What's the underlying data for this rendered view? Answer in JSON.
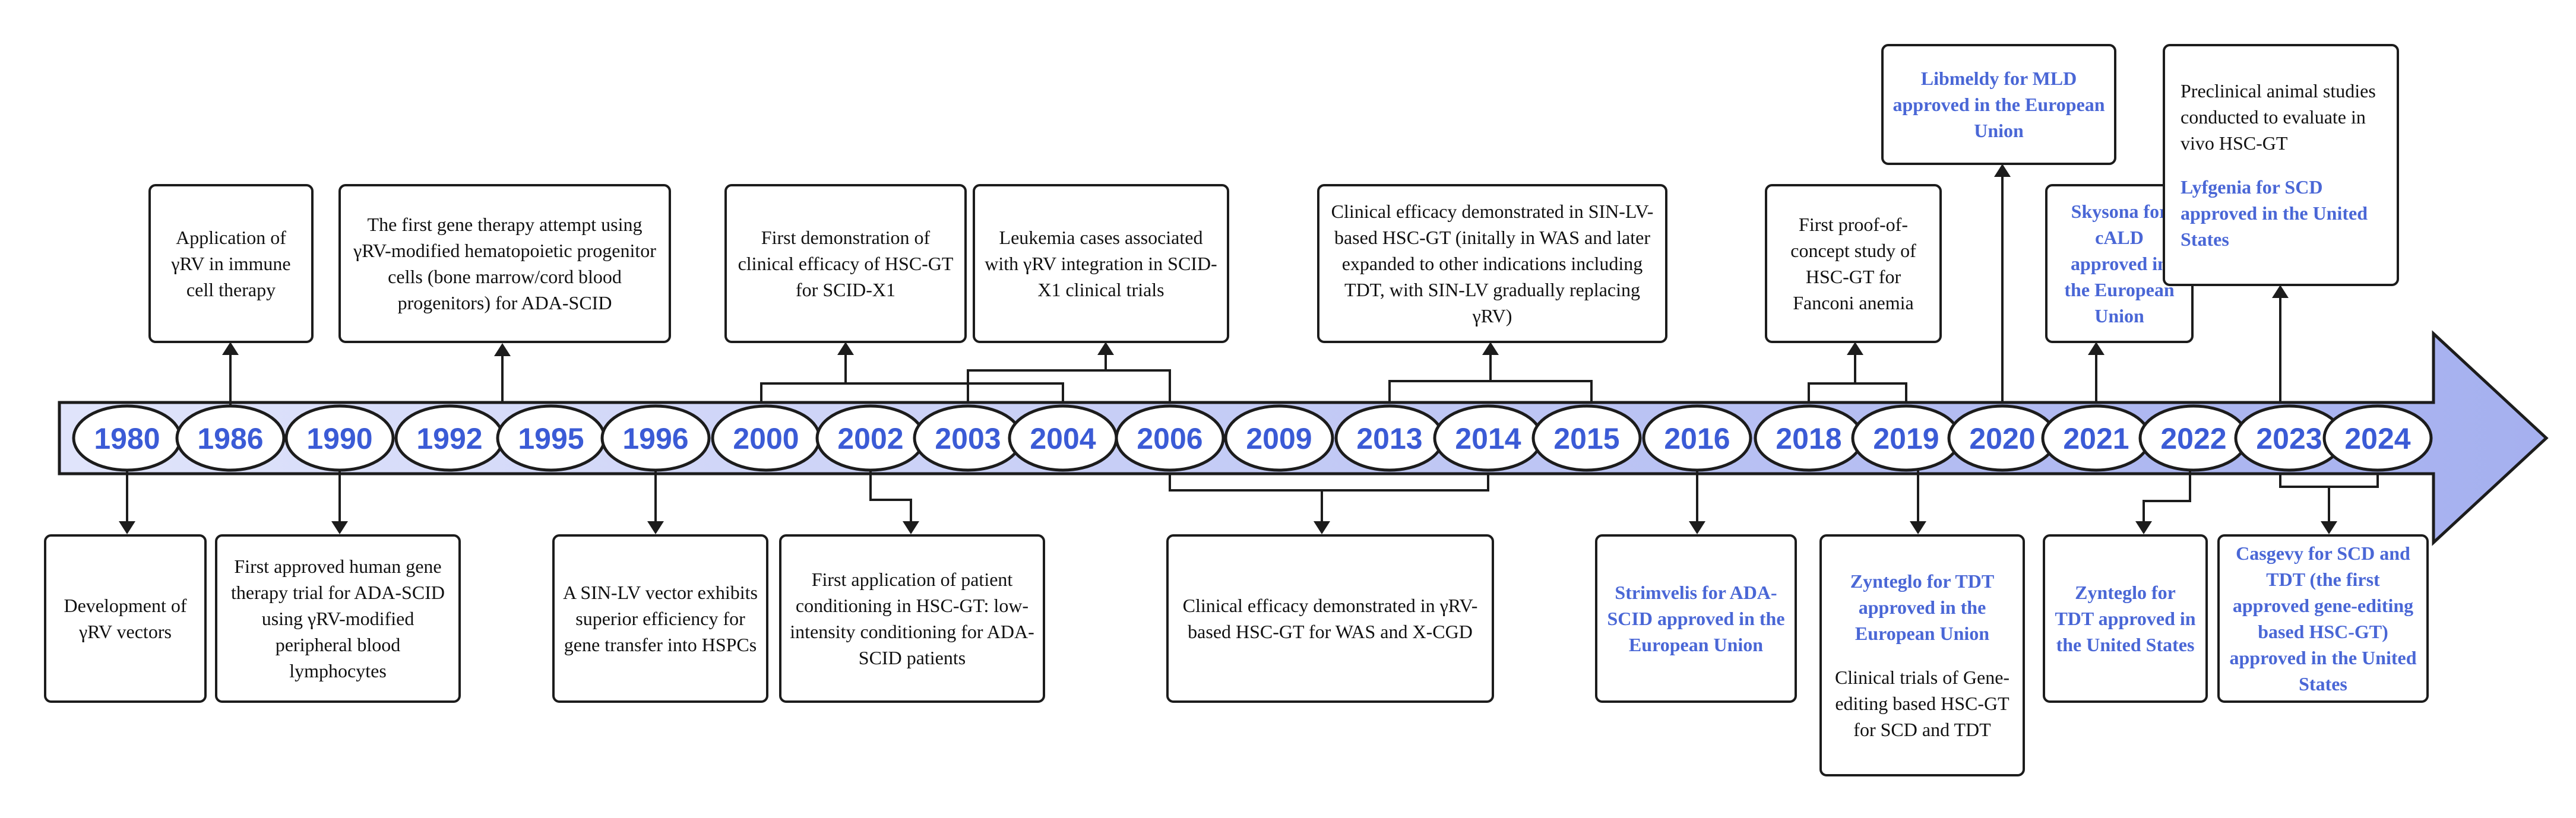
{
  "colors": {
    "arrow_fill_left": "#e0e4fb",
    "arrow_fill_right": "#a5b0ef",
    "year_text": "#3b5bd6",
    "highlight_text": "#4a67d6",
    "line": "#1c1c1c"
  },
  "years": [
    "1980",
    "1986",
    "1990",
    "1992",
    "1995",
    "1996",
    "2000",
    "2002",
    "2003",
    "2004",
    "2006",
    "2009",
    "2013",
    "2014",
    "2015",
    "2016",
    "2018",
    "2019",
    "2020",
    "2021",
    "2022",
    "2023",
    "2024"
  ],
  "events": {
    "e1980": "Development of γRV vectors",
    "e1986": "Application of γRV in immune cell therapy",
    "e1990": "First approved human gene therapy trial for ADA-SCID using γRV-modified peripheral blood lymphocytes",
    "e1992": "The first gene therapy attempt using γRV-modified hematopoietic progenitor cells (bone marrow/cord blood progenitors) for ADA-SCID",
    "e1996": "A SIN-LV vector exhibits superior efficiency for gene transfer into HSPCs",
    "e2000": "First demonstration of clinical efficacy of HSC-GT for SCID-X1",
    "e2002": "First application of patient conditioning in HSC-GT: low-intensity conditioning for ADA-SCID patients",
    "e2003": "Leukemia cases associated with γRV integration in SCID-X1 clinical trials",
    "e2006": "Clinical efficacy demonstrated in γRV-based HSC-GT for WAS and X-CGD",
    "e2013": "Clinical efficacy demonstrated in SIN-LV-based HSC-GT (initally in WAS and later expanded to other indications including TDT, with SIN-LV gradually replacing γRV)",
    "e2016": "Strimvelis for ADA-SCID approved in the European Union",
    "e2018": "First proof-of-concept study of HSC-GT for Fanconi anemia",
    "e2019_a": "Zynteglo for TDT approved in the European Union",
    "e2019_b": "Clinical trials of Gene-editing based HSC-GT for SCD and TDT",
    "e2020": "Libmeldy for MLD approved in the European Union",
    "e2021": "Skysona for cALD approved in the European Union",
    "e2022": "Zynteglo for TDT approved in the United States",
    "e2023_a": "Preclinical animal studies conducted to evaluate in vivo HSC-GT",
    "e2023_b": "Lyfgenia for SCD approved in the United States",
    "e2024": "Casgevy for SCD and TDT (the first approved gene-editing based HSC-GT) approved in the United States"
  }
}
